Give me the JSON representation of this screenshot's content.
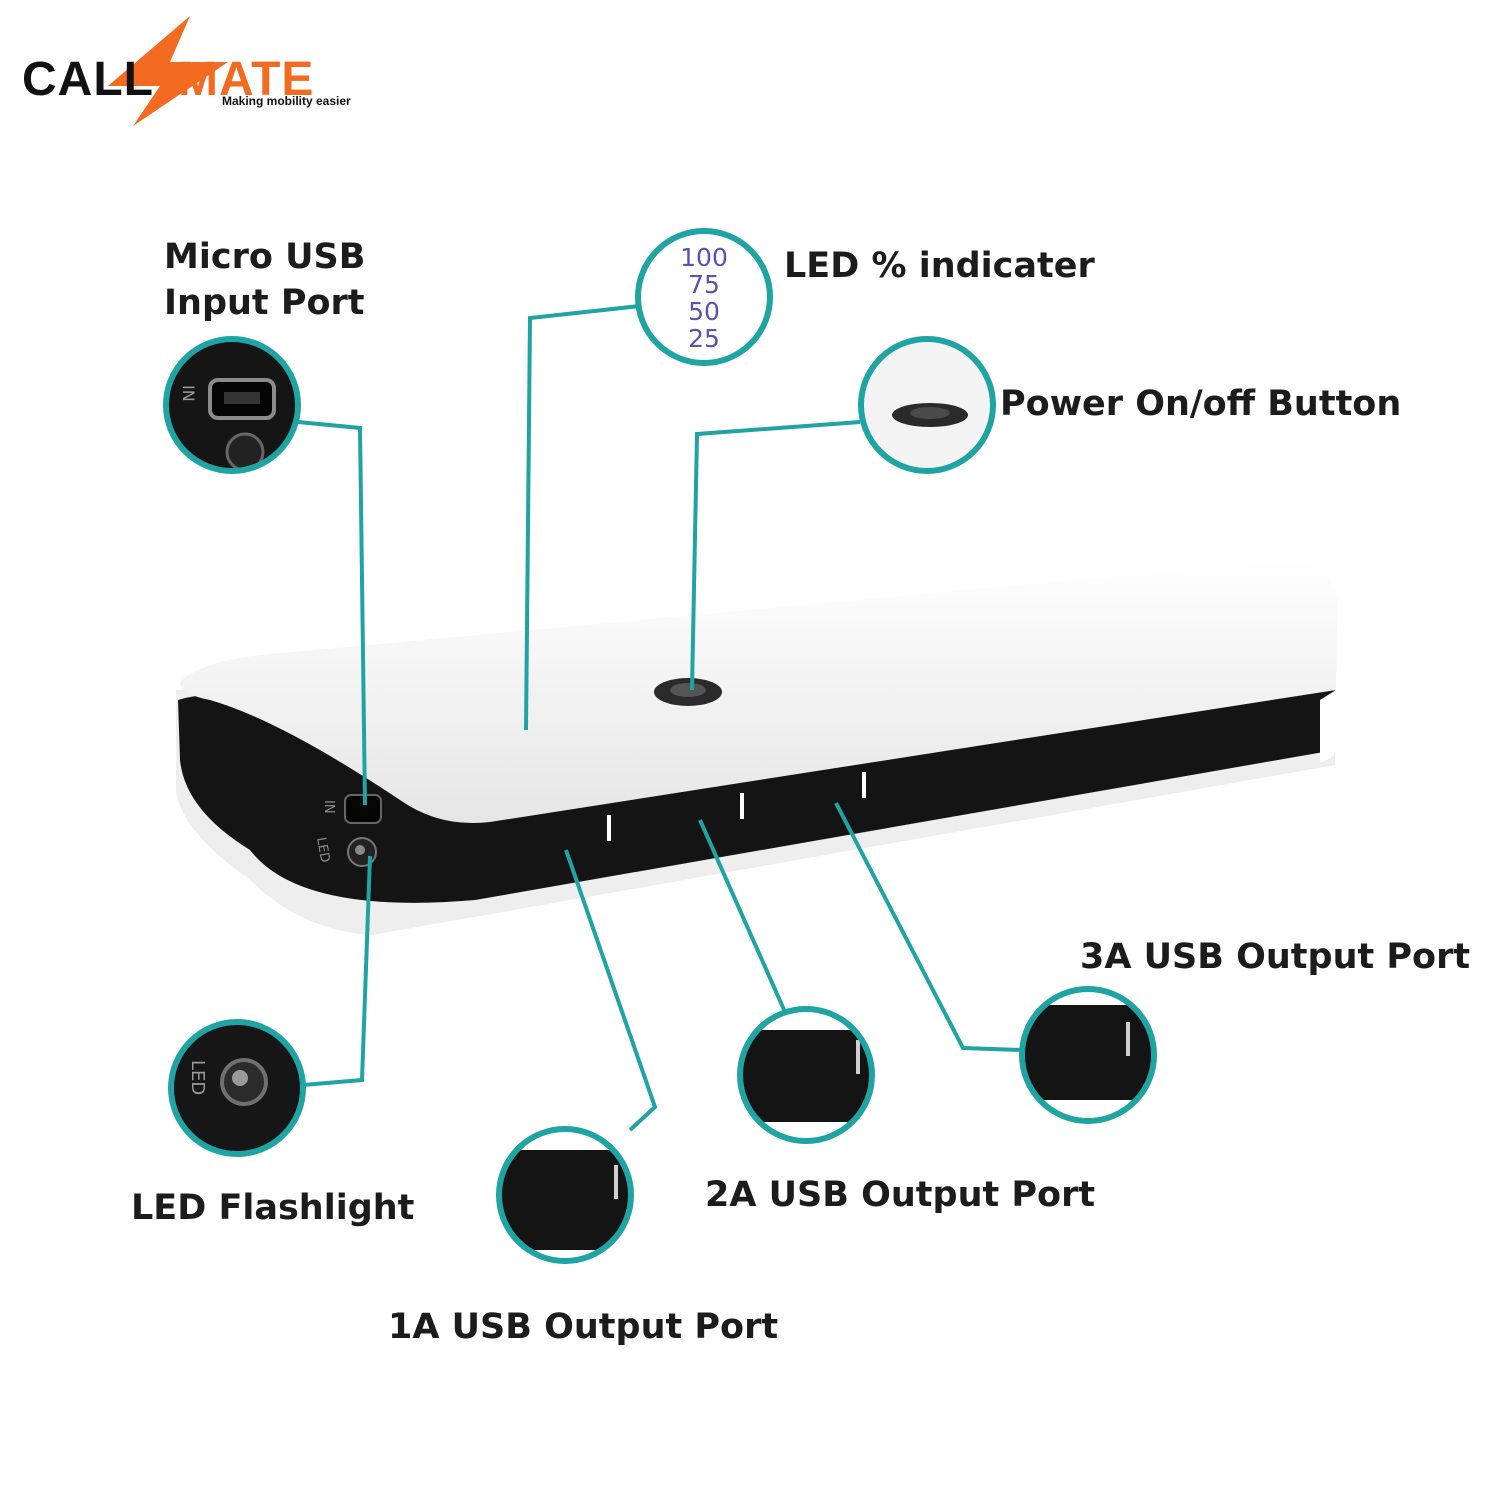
{
  "brand": {
    "name_part1": "CALL",
    "name_part2": "MATE",
    "tagline": "Making mobility easier",
    "accent_color": "#f26b21",
    "dark_color": "#111111"
  },
  "colors": {
    "callout_line": "#1fa3a3",
    "device_white": "#f2f2f2",
    "device_black": "#141414"
  },
  "led_indicator": {
    "label": "LED % indicater",
    "levels": [
      "100",
      "75",
      "50",
      "25"
    ]
  },
  "callouts": {
    "micro_usb_line1": "Micro USB",
    "micro_usb_line2": "Input Port",
    "power_button": "Power On/off Button",
    "led_flashlight": "LED Flashlight",
    "port_1a": "1A USB Output Port",
    "port_2a": "2A USB Output Port",
    "port_3a": "3A USB Output Port"
  },
  "device_labels": {
    "input_port": "IN",
    "led": "LED"
  }
}
